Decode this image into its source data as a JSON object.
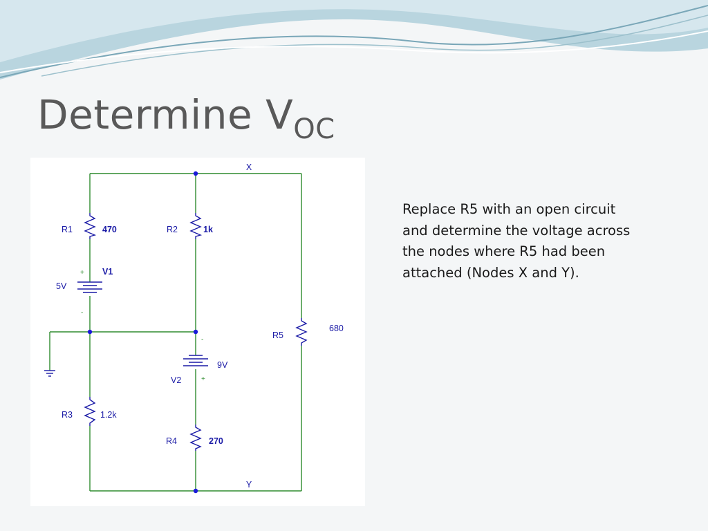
{
  "slide": {
    "title_main": "Determine V",
    "title_sub": "OC",
    "note": "Replace R5 with an open circuit and determine the voltage across the nodes where R5 had been attached (Nodes X and Y)."
  },
  "colors": {
    "wire": "#2e8b2e",
    "component": "#1a1aa6",
    "node": "#1a1ad9",
    "title": "#595959",
    "wave_dark": "#7aa7b8",
    "wave_light": "#b9d5df"
  },
  "circuit": {
    "nodes": {
      "x": "X",
      "y": "Y"
    },
    "r1": {
      "name": "R1",
      "value": "470"
    },
    "r2": {
      "name": "R2",
      "value": "1k"
    },
    "r3": {
      "name": "R3",
      "value": "1.2k"
    },
    "r4": {
      "name": "R4",
      "value": "270"
    },
    "r5": {
      "name": "R5",
      "value": "680"
    },
    "v1": {
      "name": "V1",
      "value": "5V",
      "plus": "+",
      "minus": "-"
    },
    "v2": {
      "name": "V2",
      "value": "9V",
      "plus": "+",
      "minus": "-"
    }
  }
}
